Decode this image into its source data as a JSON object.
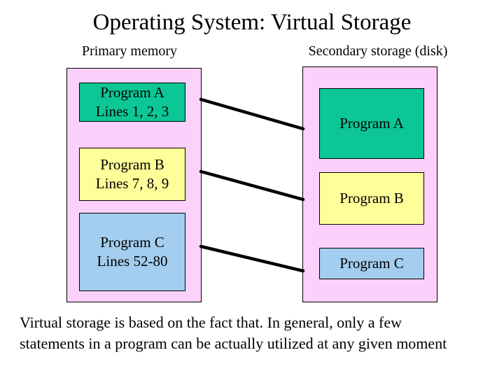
{
  "title": "Operating System: Virtual Storage",
  "columns": {
    "left_label": "Primary memory",
    "right_label": "Secondary storage (disk)"
  },
  "primary_memory": {
    "blocks": [
      {
        "name": "Program A",
        "lines": "Lines 1, 2, 3",
        "color": "#0cc795"
      },
      {
        "name": "Program B",
        "lines": "Lines 7, 8, 9",
        "color": "#ffff99"
      },
      {
        "name": "Program C",
        "lines": "Lines 52-80",
        "color": "#a3ceef"
      }
    ]
  },
  "secondary_storage": {
    "blocks": [
      {
        "name": "Program A",
        "color": "#0cc795"
      },
      {
        "name": "Program B",
        "color": "#ffff99"
      },
      {
        "name": "Program C",
        "color": "#a3ceef"
      }
    ]
  },
  "caption": {
    "line1": "Virtual storage is based on the fact that. In general, only a few",
    "line2": "statements in a program can be actually utilized at any given moment"
  },
  "colors": {
    "container_fill": "#fbd0fa",
    "program_a_fill": "#0cc795",
    "program_b_fill": "#ffff99",
    "program_c_fill": "#a3ceef",
    "line_and_border": "#000000",
    "background": "#ffffff"
  }
}
